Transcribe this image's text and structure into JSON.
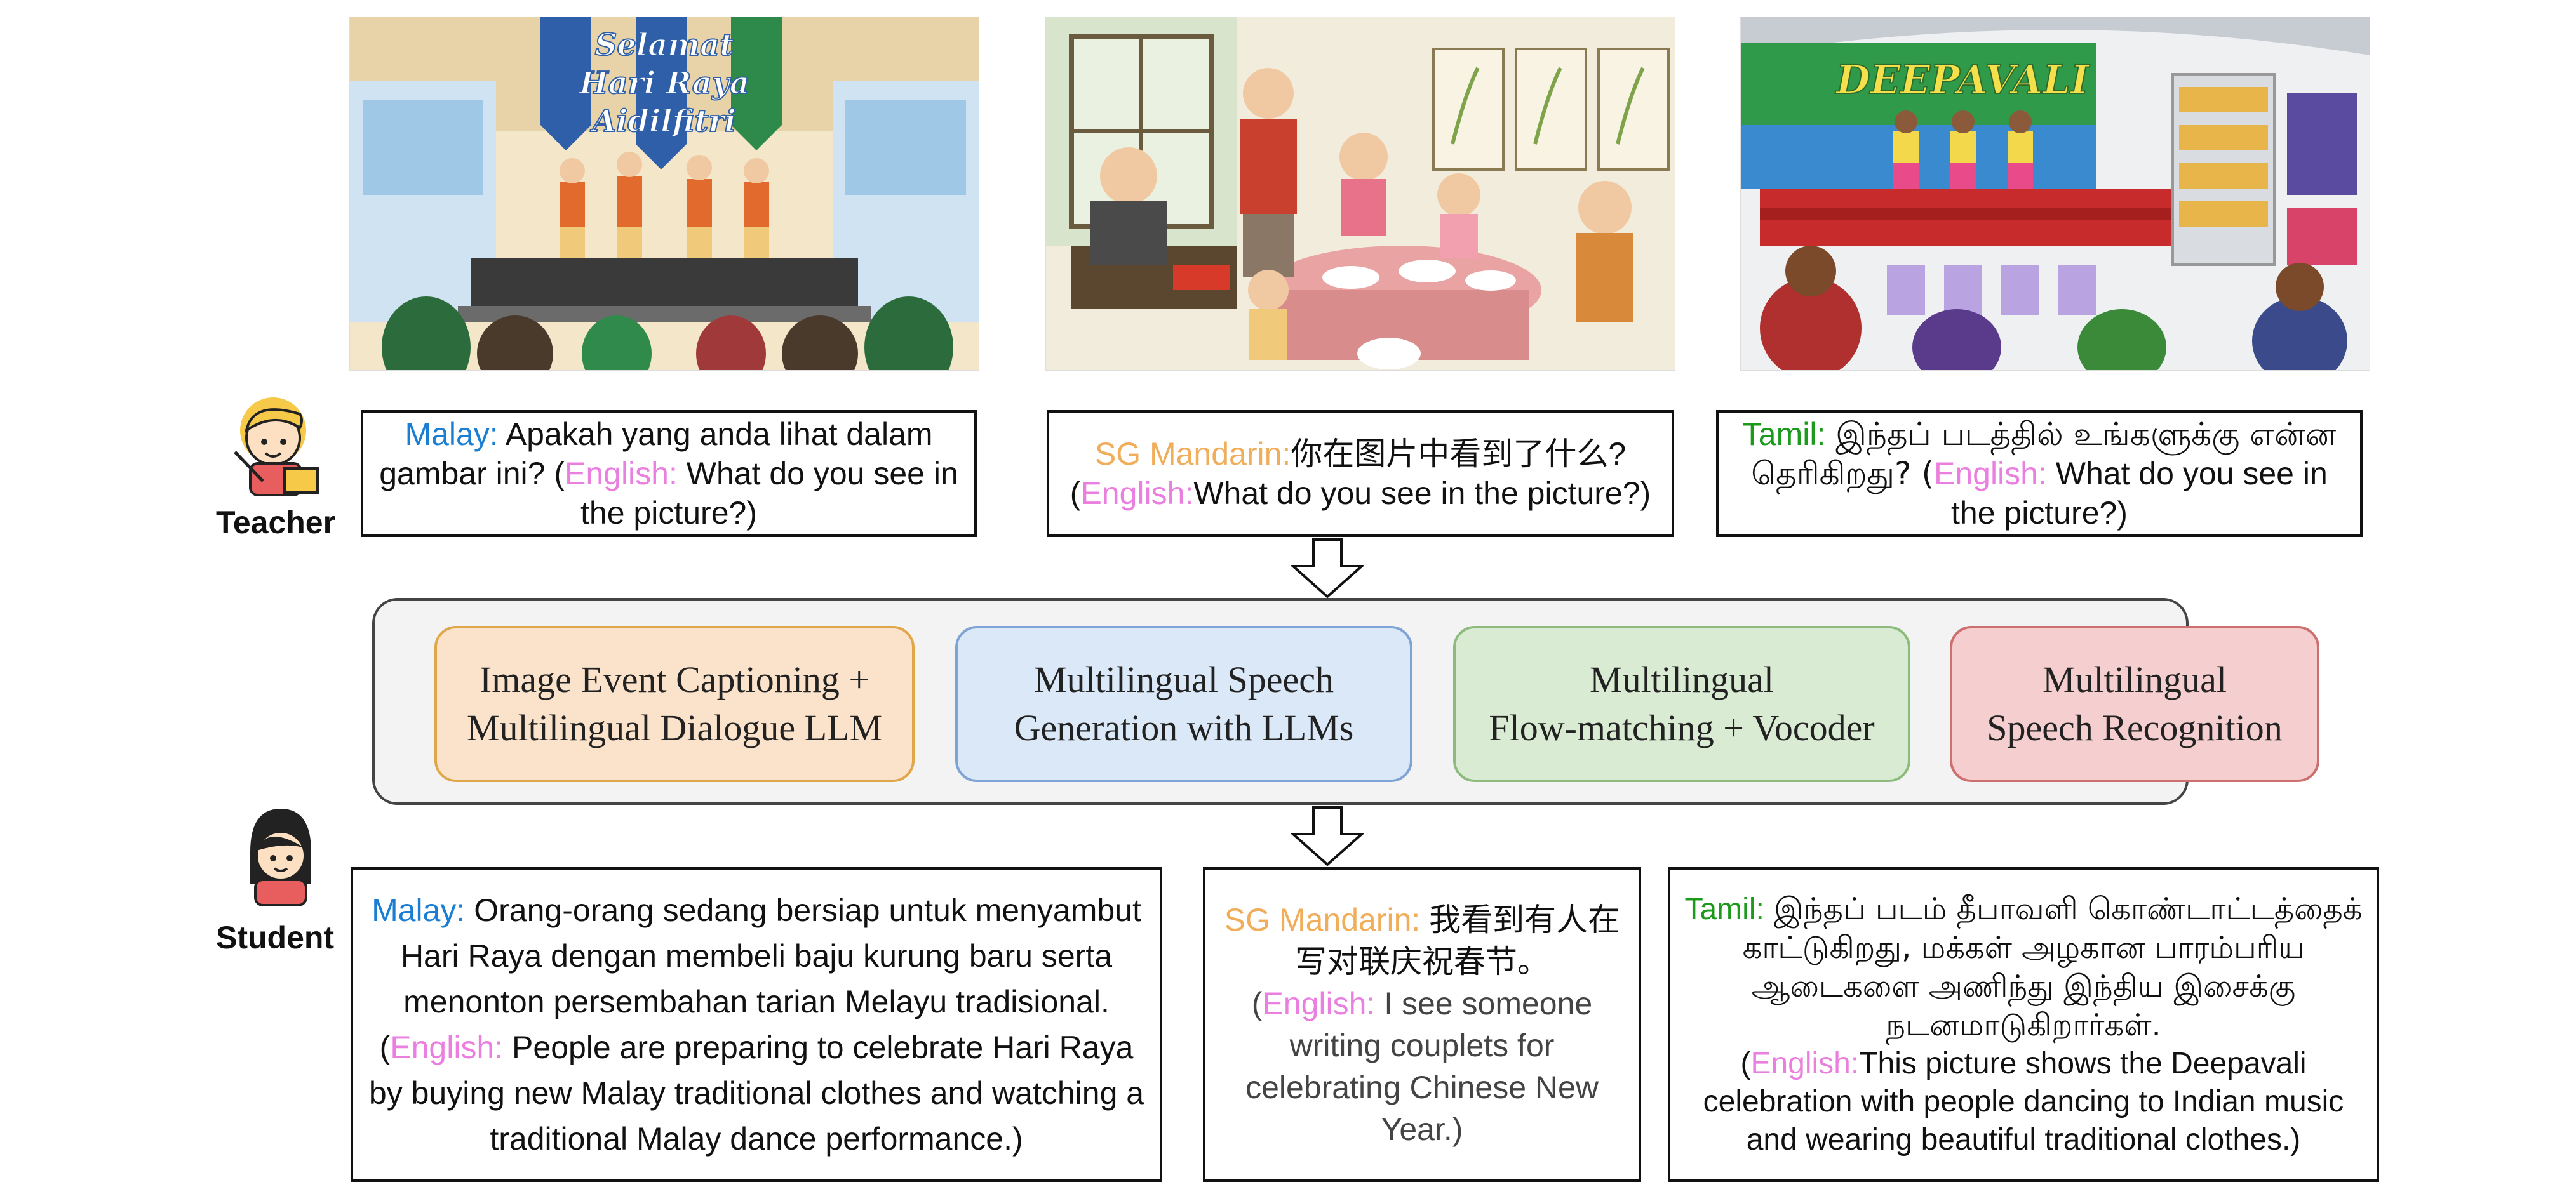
{
  "scenes": [
    {
      "banner": "Selamat Hari Raya Aidilfitri",
      "accent": "#2e5fa8"
    },
    {
      "accent": "#c9412e"
    },
    {
      "banner": "DEEPAVALI",
      "accent": "#c72b2b"
    }
  ],
  "teacher": {
    "label": "Teacher",
    "prompts": [
      {
        "lang": "Malay:",
        "text": " Apakah yang anda lihat dalam gambar ini? (",
        "eng_label": "English:",
        "eng_text": " What do you see in the picture?)"
      },
      {
        "lang": "SG Mandarin:",
        "text": "你在图片中看到了什么?",
        "open": "(",
        "eng_label": "English:",
        "eng_text": "What do you see in the picture?)"
      },
      {
        "lang": "Tamil:",
        "text": " இந்தப் படத்தில் உங்களுக்கு என்ன தெரிகிறது? (",
        "eng_label": "English:",
        "eng_text": " What do you see in the picture?)"
      }
    ]
  },
  "pipeline": {
    "modules": [
      {
        "line1": "Image Event Captioning +",
        "line2": "Multilingual Dialogue LLM",
        "fill": "#fbe3cb",
        "stroke": "#e0a74a"
      },
      {
        "line1": "Multilingual Speech",
        "line2": "Generation with LLMs",
        "fill": "#dbe8f8",
        "stroke": "#7fa3d4"
      },
      {
        "line1": "Multilingual",
        "line2": "Flow-matching + Vocoder",
        "fill": "#d9ebd3",
        "stroke": "#8dbb7c"
      },
      {
        "line1": "Multilingual",
        "line2": "Speech Recognition",
        "fill": "#f5cfcf",
        "stroke": "#cc6f6f"
      }
    ]
  },
  "student": {
    "label": "Student",
    "responses": [
      {
        "lang": "Malay:",
        "text": " Orang-orang sedang bersiap untuk menyambut Hari Raya dengan membeli baju kurung baru serta menonton persembahan tarian Melayu tradisional.",
        "open": "(",
        "eng_label": "English:",
        "eng_text": " People are preparing to celebrate Hari Raya by buying new Malay traditional clothes and watching a traditional Malay dance performance.)"
      },
      {
        "lang": "SG Mandarin:",
        "text": " 我看到有人在写对联庆祝春节。",
        "open": "(",
        "eng_label": "English:",
        "eng_text": " I see someone writing couplets for celebrating Chinese New Year.)"
      },
      {
        "lang": "Tamil:",
        "text": " இந்தப் படம் தீபாவளி கொண்டாட்டத்தைக் காட்டுகிறது, மக்கள் அழகான பாரம்பரிய ஆடைகளை அணிந்து இந்திய இசைக்கு நடனமாடுகிறார்கள்.",
        "open": "(",
        "eng_label": "English:",
        "eng_text": "This picture shows the Deepavali celebration with people dancing to Indian music and wearing beautiful traditional clothes.)"
      }
    ]
  }
}
